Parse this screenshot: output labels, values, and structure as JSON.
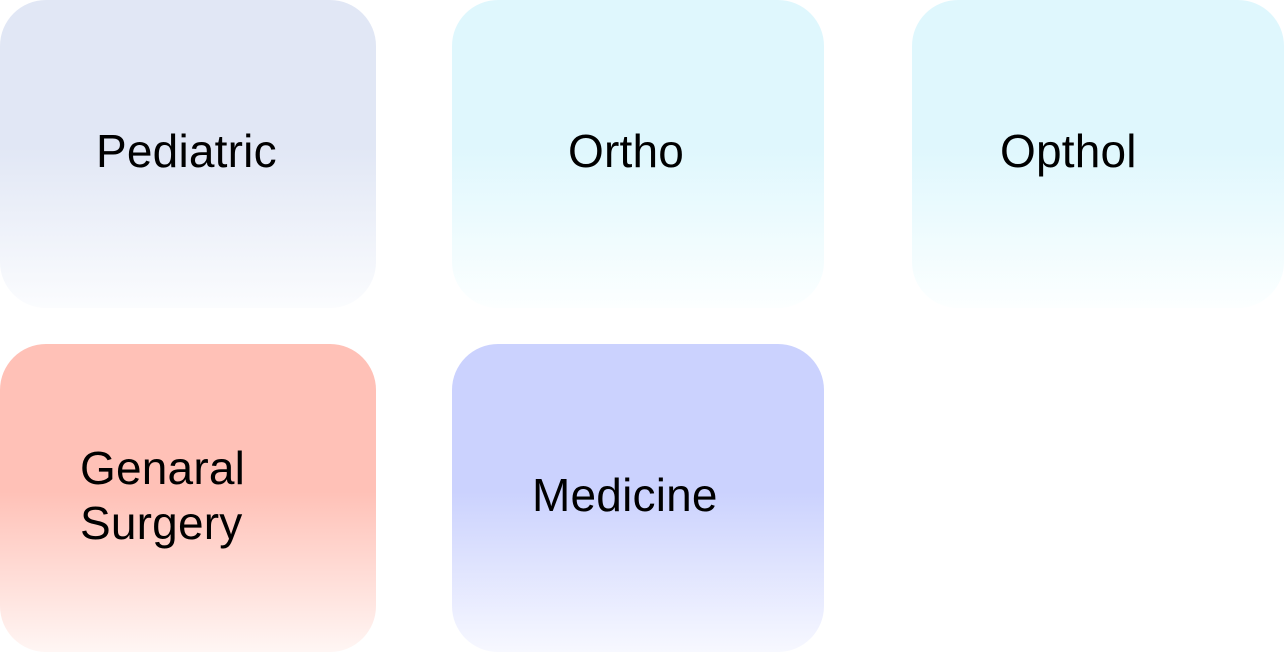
{
  "tiles": [
    {
      "label": "Pediatric"
    },
    {
      "label": "Ortho"
    },
    {
      "label": "Opthol"
    },
    {
      "label": "Genaral\nSurgery"
    },
    {
      "label": "Medicine"
    }
  ],
  "colors": {
    "pediatric": "#e1e7f5",
    "ortho": "#dff7fd",
    "opthol": "#dff7fd",
    "general_surgery": "#ffc1b7",
    "medicine": "#cbd2fe"
  }
}
